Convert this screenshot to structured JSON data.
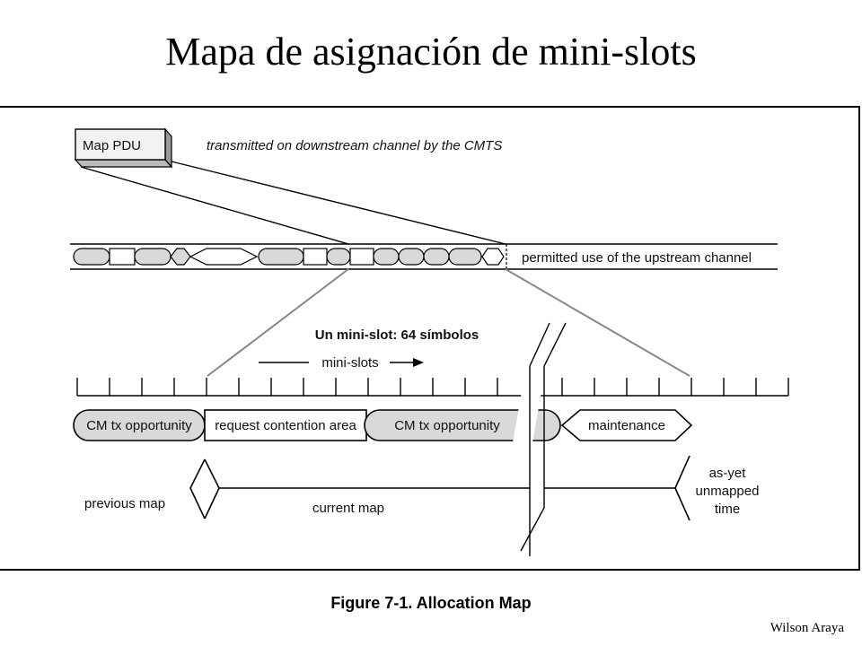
{
  "title": "Mapa de asignación de mini-slots",
  "figure": {
    "map_pdu": "Map PDU",
    "downstream_note": "transmitted on downstream channel by the CMTS",
    "upstream_note": "permitted use of the upstream channel",
    "minislot_note": "Un mini-slot: 64 símbolos",
    "minislots_label": "mini-slots",
    "segments": {
      "cm_tx_1": "CM tx opportunity",
      "request_area": "request contention area",
      "cm_tx_2": "CM tx opportunity",
      "maintenance": "maintenance"
    },
    "previous_map": "previous map",
    "current_map": "current map",
    "unmapped_1": "as-yet",
    "unmapped_2": "unmapped",
    "unmapped_3": "time"
  },
  "caption": "Figure 7-1. Allocation Map",
  "author": "Wilson Araya"
}
